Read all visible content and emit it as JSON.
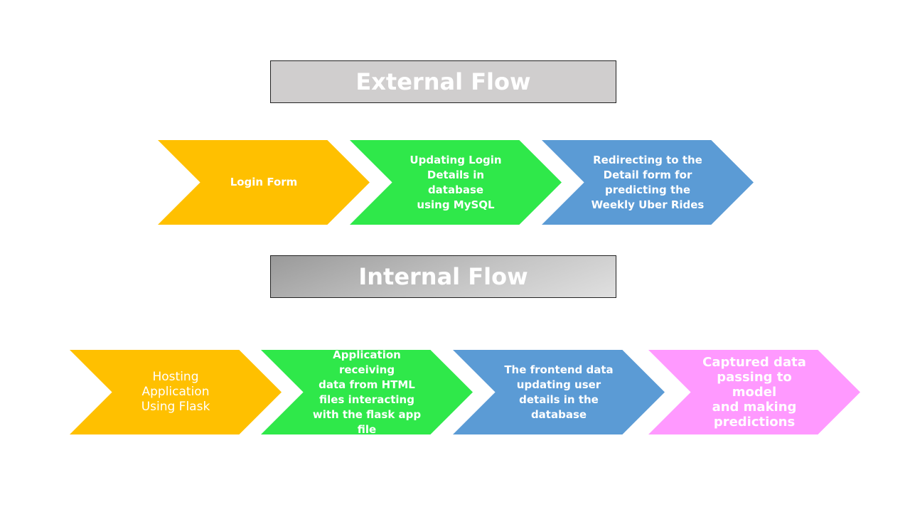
{
  "external": {
    "title": "External Flow",
    "steps": [
      {
        "text": "Login Form",
        "color": "#ffc000"
      },
      {
        "text": "Updating Login\nDetails in database\nusing MySQL",
        "color": "#2fe84a"
      },
      {
        "text": "Redirecting to the\nDetail form for\npredicting the\nWeekly Uber Rides",
        "color": "#5b9bd5"
      }
    ]
  },
  "internal": {
    "title": "Internal Flow",
    "steps": [
      {
        "text": "Hosting Application\nUsing Flask",
        "color": "#ffc000"
      },
      {
        "text": "Application receiving\ndata from HTML\nfiles interacting\nwith the flask app\nfile",
        "color": "#2fe84a"
      },
      {
        "text": "The frontend data\nupdating user\ndetails in the\ndatabase",
        "color": "#5b9bd5"
      },
      {
        "text": "Captured data\npassing to model\nand making\npredictions",
        "color": "#ff99ff"
      }
    ]
  }
}
